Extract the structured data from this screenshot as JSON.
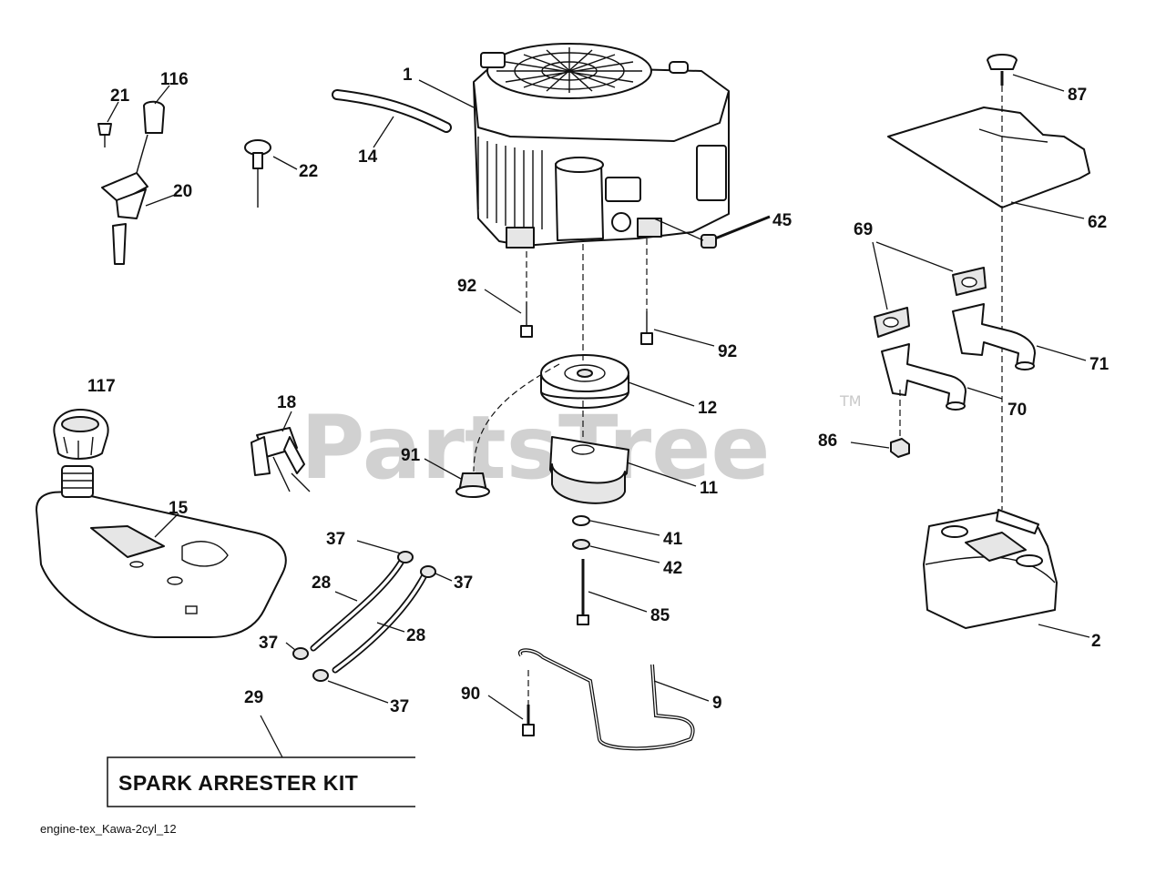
{
  "watermark": {
    "brand": "PartsTree",
    "mark": "TM"
  },
  "kit_box": {
    "label": "SPARK ARRESTER KIT"
  },
  "caption": "engine-tex_Kawa-2cyl_12",
  "callouts": [
    {
      "id": "c1",
      "num": "1"
    },
    {
      "id": "c116",
      "num": "116"
    },
    {
      "id": "c21",
      "num": "21"
    },
    {
      "id": "c14",
      "num": "14"
    },
    {
      "id": "c22",
      "num": "22"
    },
    {
      "id": "c20",
      "num": "20"
    },
    {
      "id": "c87",
      "num": "87"
    },
    {
      "id": "c62",
      "num": "62"
    },
    {
      "id": "c45",
      "num": "45"
    },
    {
      "id": "c69",
      "num": "69"
    },
    {
      "id": "c92a",
      "num": "92"
    },
    {
      "id": "c92b",
      "num": "92"
    },
    {
      "id": "c71",
      "num": "71"
    },
    {
      "id": "c18",
      "num": "18"
    },
    {
      "id": "c117",
      "num": "117"
    },
    {
      "id": "c12",
      "num": "12"
    },
    {
      "id": "c70",
      "num": "70"
    },
    {
      "id": "c91",
      "num": "91"
    },
    {
      "id": "c86",
      "num": "86"
    },
    {
      "id": "c11",
      "num": "11"
    },
    {
      "id": "c15",
      "num": "15"
    },
    {
      "id": "c37a",
      "num": "37"
    },
    {
      "id": "c41",
      "num": "41"
    },
    {
      "id": "c37b",
      "num": "37"
    },
    {
      "id": "c28a",
      "num": "28"
    },
    {
      "id": "c42",
      "num": "42"
    },
    {
      "id": "c28b",
      "num": "28"
    },
    {
      "id": "c85",
      "num": "85"
    },
    {
      "id": "c2",
      "num": "2"
    },
    {
      "id": "c37c",
      "num": "37"
    },
    {
      "id": "c29",
      "num": "29"
    },
    {
      "id": "c90",
      "num": "90"
    },
    {
      "id": "c9",
      "num": "9"
    },
    {
      "id": "c37d",
      "num": "37"
    }
  ]
}
